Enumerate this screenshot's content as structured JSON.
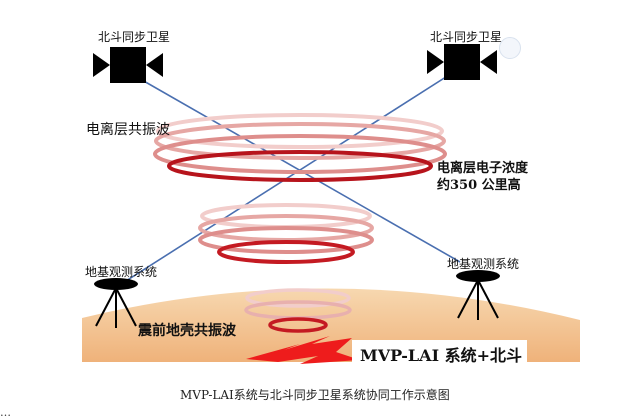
{
  "satellite_left": {
    "label": "北斗同步卫星"
  },
  "satellite_right": {
    "label": "北斗同步卫星"
  },
  "ionosphere": {
    "label": "电离层共振波",
    "description_line1": "电离层电子浓度",
    "description_line2": "约350 公里高"
  },
  "station_left": {
    "label": "地基观测系统"
  },
  "station_right": {
    "label": "地基观测系统"
  },
  "crust": {
    "label": "震前地壳共振波"
  },
  "system": {
    "label": "MVP-LAI 系统+北斗"
  },
  "caption": "MVP-LAI系统与北斗同步卫星系统协同工作示意图",
  "cut_off_text": "…",
  "colors": {
    "signal_line": "#4a6fb0",
    "ring_dark": "#b7141c",
    "ring_light": "#e8aaa6",
    "ground_top": "#f6d3a8",
    "ground_bottom": "#f0b47a",
    "lightning": "#ee1c1c"
  },
  "icons": [
    "satellite-icon",
    "tripod-antenna-icon",
    "lightning-icon",
    "search-lens-icon"
  ]
}
